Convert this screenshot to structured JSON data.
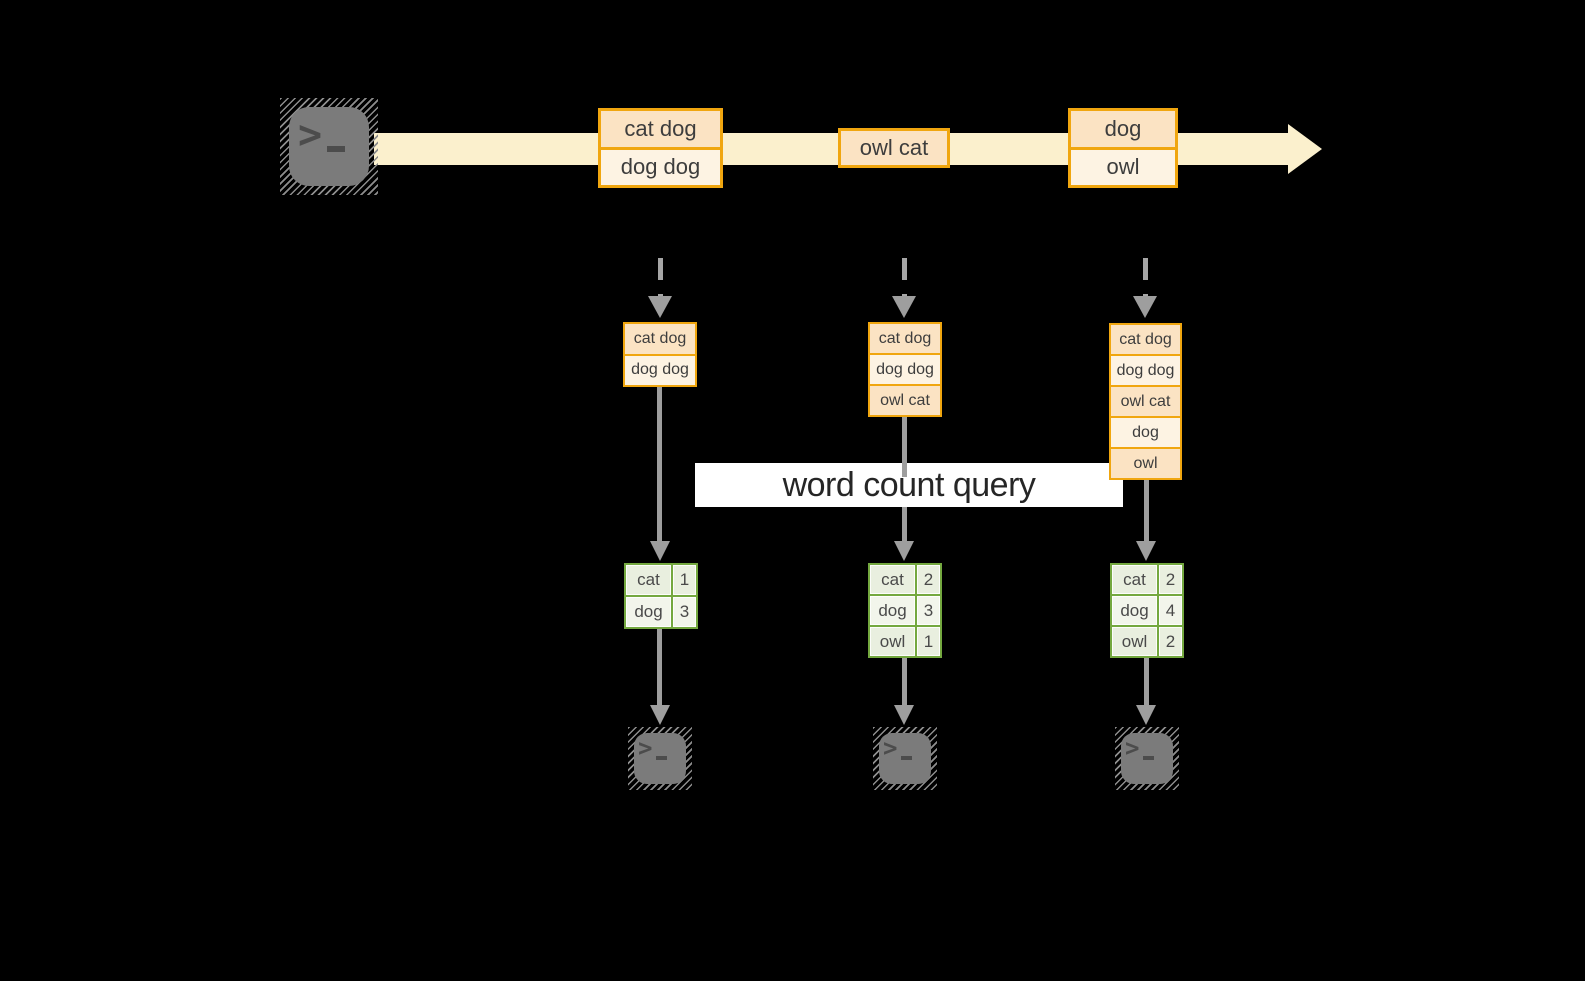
{
  "query_band": {
    "label": "word count query"
  },
  "stream": {
    "messages": [
      {
        "lines": [
          "cat dog",
          "dog dog"
        ]
      },
      {
        "lines": [
          "owl cat"
        ]
      },
      {
        "lines": [
          "dog",
          "owl"
        ]
      }
    ]
  },
  "states": [
    {
      "lines": [
        "cat dog",
        "dog dog"
      ]
    },
    {
      "lines": [
        "cat dog",
        "dog dog",
        "owl cat"
      ]
    },
    {
      "lines": [
        "cat dog",
        "dog dog",
        "owl cat",
        "dog",
        "owl"
      ]
    }
  ],
  "results": [
    {
      "rows": [
        [
          "cat",
          "1"
        ],
        [
          "dog",
          "3"
        ]
      ]
    },
    {
      "rows": [
        [
          "cat",
          "2"
        ],
        [
          "dog",
          "3"
        ],
        [
          "owl",
          "1"
        ]
      ]
    },
    {
      "rows": [
        [
          "cat",
          "2"
        ],
        [
          "dog",
          "4"
        ],
        [
          "owl",
          "2"
        ]
      ]
    }
  ],
  "icons": {
    "source": "terminal-icon",
    "sinks": [
      "terminal-icon",
      "terminal-icon",
      "terminal-icon"
    ],
    "stream_arrow": "right-arrow",
    "flow_arrows": "down-arrow"
  },
  "colors": {
    "background": "#000000",
    "stream_band": "#fbf0cd",
    "box_border": "#f0a60f",
    "box_fill_dark": "#fbe3c3",
    "box_fill_light": "#fdf3e3",
    "table_border": "#74a83f",
    "table_fill_dark": "#e9efdf",
    "table_fill_light": "#f2f5eb",
    "arrow_gray": "#9e9e9e",
    "terminal_gray": "#7b7b7b",
    "query_band_bg": "#ffffff",
    "text": "#3d3d3d"
  }
}
